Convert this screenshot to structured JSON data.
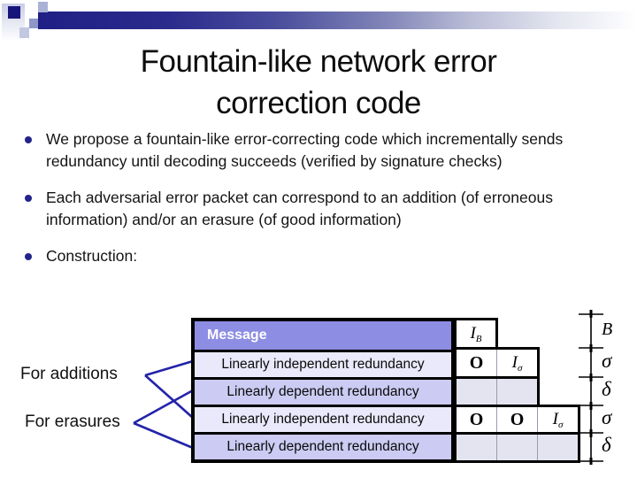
{
  "slide": {
    "title_line1": "Fountain-like network error",
    "title_line2": "correction code",
    "bullets": [
      "We propose a fountain-like error-correcting code which incrementally sends redundancy until decoding  succeeds (verified by signature checks)",
      "Each adversarial error packet can correspond to an addition (of erroneous information) and/or an erasure (of good information)",
      "Construction:"
    ]
  },
  "diagram": {
    "left_labels": [
      {
        "label": "For additions",
        "connects_to": [
          "Linearly independent redundancy (row 2)",
          "Linearly independent redundancy (row 4)"
        ]
      },
      {
        "label": "For erasures",
        "connects_to": [
          "Linearly dependent redundancy (row 3)",
          "Linearly dependent redundancy (row 5)"
        ]
      }
    ],
    "table_rows": [
      {
        "label": "Message",
        "type": "message"
      },
      {
        "label": "Linearly independent redundancy",
        "type": "independent"
      },
      {
        "label": "Linearly dependent redundancy",
        "type": "dependent"
      },
      {
        "label": "Linearly independent redundancy",
        "type": "independent"
      },
      {
        "label": "Linearly dependent redundancy",
        "type": "dependent"
      }
    ],
    "matrix_rows": [
      {
        "cells": [
          {
            "base": "I",
            "sub": "B"
          }
        ]
      },
      {
        "cells": [
          {
            "base": "O",
            "sub": ""
          },
          {
            "base": "I",
            "sub": "σ"
          }
        ]
      },
      {
        "cells": [
          {
            "base": "",
            "sub": ""
          },
          {
            "base": "",
            "sub": ""
          }
        ]
      },
      {
        "cells": [
          {
            "base": "O",
            "sub": ""
          },
          {
            "base": "O",
            "sub": ""
          },
          {
            "base": "I",
            "sub": "σ"
          }
        ]
      },
      {
        "cells": [
          {
            "base": "",
            "sub": ""
          },
          {
            "base": "",
            "sub": ""
          },
          {
            "base": "",
            "sub": ""
          }
        ]
      }
    ],
    "dims": [
      "B",
      "σ",
      "δ",
      "σ",
      "δ"
    ]
  },
  "colors": {
    "accent_navy": "#23238c",
    "header_bar_navy": "#1f1f85",
    "message_fill": "#8d8de4",
    "independent_fill": "#e9e9fb",
    "dependent_fill": "#cbcbf3",
    "matrix_empty_fill": "#e4e4f1",
    "connector_blue": "#2323aa",
    "border_black": "#000000"
  }
}
